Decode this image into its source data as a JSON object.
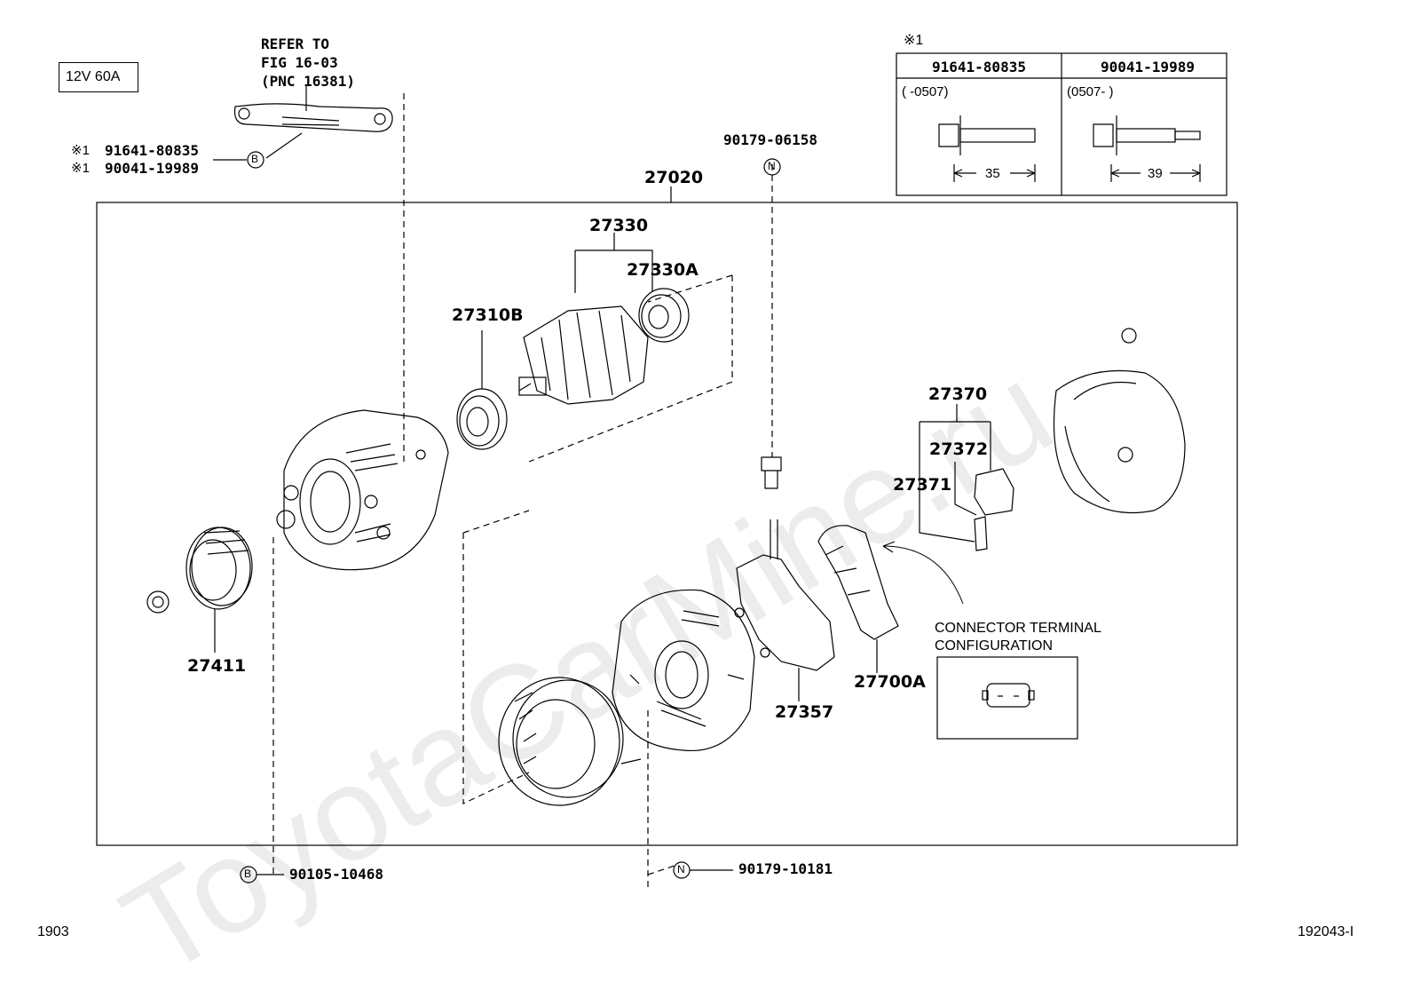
{
  "header": {
    "spec_box": "12V 60A",
    "refer_line1": "REFER TO",
    "refer_line2": "FIG 16-03",
    "refer_line3": "(PNC 16381)"
  },
  "bolt_table": {
    "mark": "※1",
    "col1_part": "91641-80835",
    "col2_part": "90041-19989",
    "col1_range": "(      -0507)",
    "col2_range": "(0507-      )",
    "col1_length": "35",
    "col2_length": "39"
  },
  "callouts": {
    "bolt_a_mark": "※1",
    "bolt_a": "91641-80835",
    "bolt_b_mark": "※1",
    "bolt_b": "90041-19989",
    "ref_b": "B",
    "ref_n": "N",
    "top_bolt": "90179-06158",
    "bottom_left": "90105-10468",
    "bottom_right": "90179-10181"
  },
  "parts": {
    "assembly": "27020",
    "rotor": "27330",
    "bearing_rear": "27330A",
    "bearing_front": "27310B",
    "pulley": "27411",
    "brush_holder": "27370",
    "brush_holder_sub": "27372",
    "brush": "27371",
    "rectifier": "27357",
    "regulator": "27700A"
  },
  "connector": {
    "title_line1": "CONNECTOR TERMINAL",
    "title_line2": "CONFIGURATION"
  },
  "footer": {
    "left_code": "1903",
    "right_code": "192043-I"
  },
  "watermark": "ToyotaCarMine.ru",
  "colors": {
    "line": "#000000",
    "background": "#ffffff"
  }
}
